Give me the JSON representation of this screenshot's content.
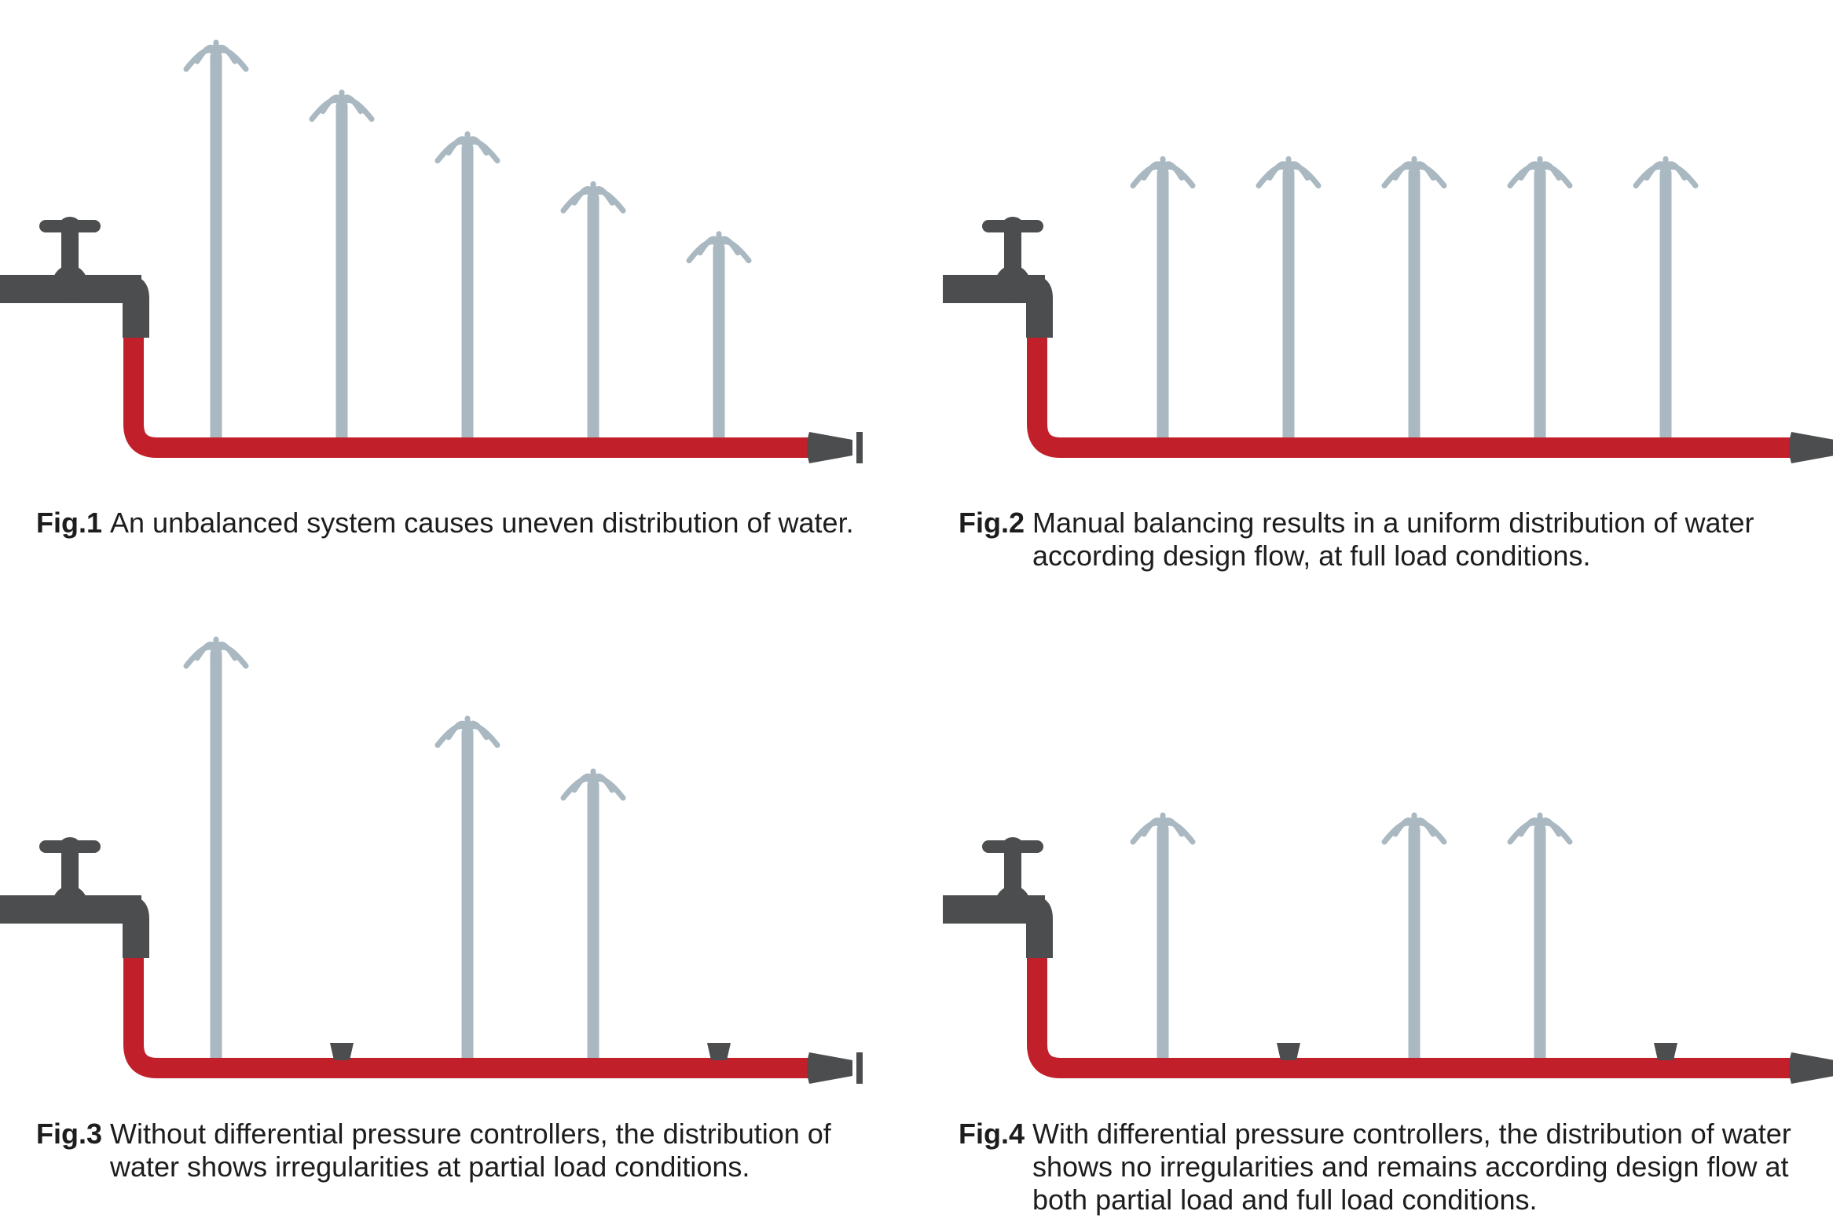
{
  "colors": {
    "pipe": "#c1202b",
    "tap": "#4b4d4e",
    "riser": "#a9b8c1",
    "nozzle": "#4b4d4e",
    "caption": "#1d1d1d"
  },
  "figures": [
    {
      "label": "Fig.1",
      "caption": "An unbalanced system causes uneven distribution of water.",
      "risers": [
        {
          "state": "open",
          "height": 1.0
        },
        {
          "state": "open",
          "height": 0.88
        },
        {
          "state": "open",
          "height": 0.78
        },
        {
          "state": "open",
          "height": 0.66
        },
        {
          "state": "open",
          "height": 0.54
        }
      ]
    },
    {
      "label": "Fig.2",
      "caption": "Manual balancing results in a uniform distribution of water according design flow, at full load conditions.",
      "risers": [
        {
          "state": "open",
          "height": 0.72
        },
        {
          "state": "open",
          "height": 0.72
        },
        {
          "state": "open",
          "height": 0.72
        },
        {
          "state": "open",
          "height": 0.72
        },
        {
          "state": "open",
          "height": 0.72
        }
      ]
    },
    {
      "label": "Fig.3",
      "caption": "Without differential pressure controllers, the distribution of water shows irregularities at partial load conditions.",
      "risers": [
        {
          "state": "open",
          "height": 1.0
        },
        {
          "state": "closed",
          "height": 0
        },
        {
          "state": "open",
          "height": 0.82
        },
        {
          "state": "open",
          "height": 0.7
        },
        {
          "state": "closed",
          "height": 0
        }
      ]
    },
    {
      "label": "Fig.4",
      "caption": "With differential pressure controllers, the distribution of water shows no irregularities and remains according design flow at both partial load and full load conditions.",
      "risers": [
        {
          "state": "open",
          "height": 0.6
        },
        {
          "state": "closed",
          "height": 0
        },
        {
          "state": "open",
          "height": 0.6
        },
        {
          "state": "open",
          "height": 0.6
        },
        {
          "state": "closed",
          "height": 0
        }
      ]
    }
  ]
}
